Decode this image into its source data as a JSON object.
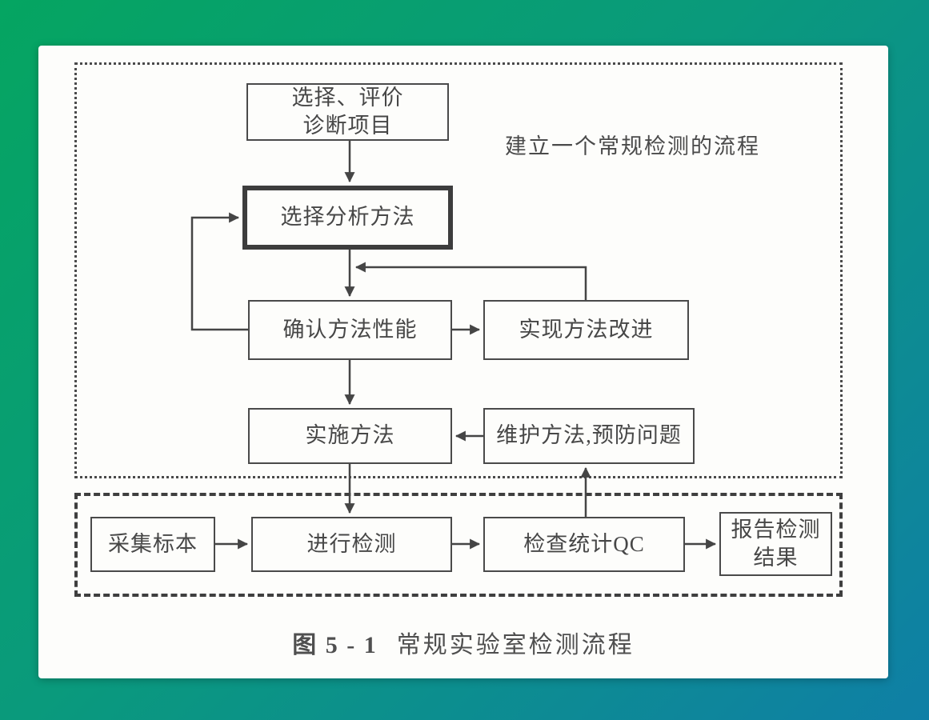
{
  "figure": {
    "section_label": "建立一个常规检测的流程",
    "caption": {
      "prefix": "图 5 - 1",
      "title": "常规实验室检测流程"
    },
    "boxes": {
      "select_evaluate": "选择、评价\n诊断项目",
      "select_method": "选择分析方法",
      "confirm_performance": "确认方法性能",
      "improve_method": "实现方法改进",
      "implement_method": "实施方法",
      "maintain_method": "维护方法,预防问题",
      "collect_specimen": "采集标本",
      "perform_test": "进行检测",
      "check_qc": "检查统计QC",
      "report_result": "报告检测\n结果"
    },
    "colors": {
      "background_start": "#05a561",
      "background_end": "#0f7fa6",
      "card": "#fdfdfb",
      "ink": "#454545"
    }
  }
}
